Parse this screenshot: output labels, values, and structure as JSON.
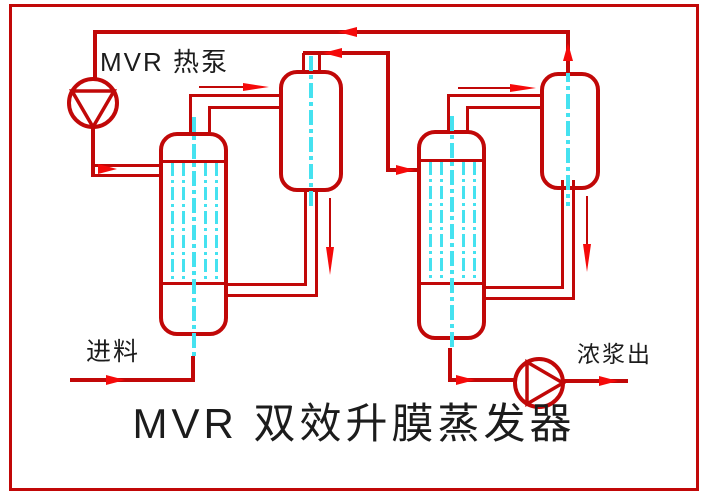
{
  "diagram": {
    "title": "MVR 双效升膜蒸发器",
    "labels": {
      "heat_pump": "MVR 热泵",
      "feed_in": "进料",
      "concentrate_out": "浓浆出"
    },
    "icons": {
      "mvr_pump": "pump-circle-triangle-down",
      "discharge_pump": "pump-circle-triangle-right"
    },
    "colors": {
      "line": "#c10808",
      "arrow": "#f50a0a",
      "tube": "#45e2f0",
      "text": "#1c1c1c",
      "bg": "#ffffff"
    }
  }
}
